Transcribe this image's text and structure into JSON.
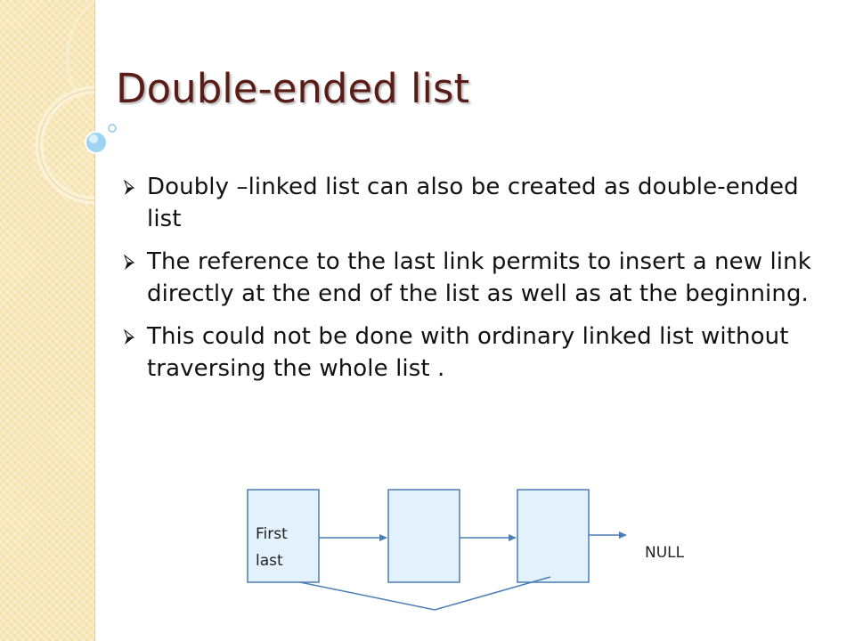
{
  "slide": {
    "title": "Double-ended list",
    "bullets": [
      "Doubly –linked list can also be created as double-ended list",
      "The reference to the last link permits to insert a new link directly at the end of the list as well as at the beginning.",
      "This could not be done with ordinary linked list without traversing the whole list ."
    ]
  },
  "diagram": {
    "first_label": "First",
    "last_label": "last",
    "null_label": "NULL",
    "colors": {
      "node_fill": "#e2f1fb",
      "node_border": "#4a7eb5",
      "arrow": "#4a7eb5"
    }
  },
  "theme": {
    "title_color": "#5a1c16",
    "panel_color": "#f8e7b8",
    "bullet_marker": "arrowhead-bullet-icon"
  }
}
